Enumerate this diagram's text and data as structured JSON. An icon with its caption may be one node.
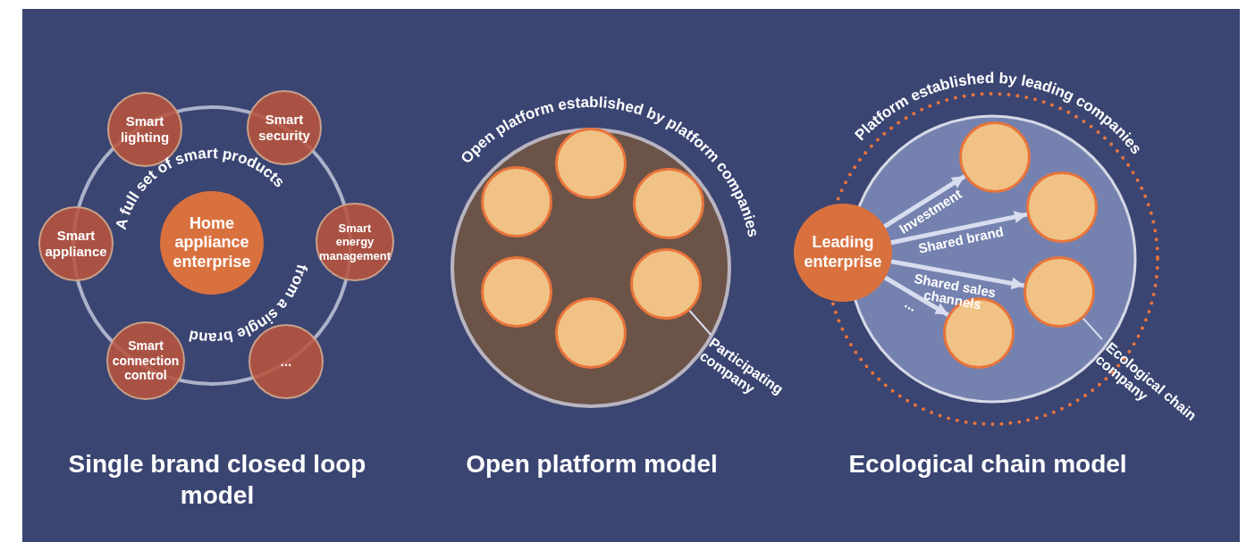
{
  "diagram": {
    "nodes": [
      {
        "text": [],
        "shape": "circle"
      },
      {
        "text": [
          "Home appliance enterprise"
        ],
        "in": 0
      },
      {
        "text": [
          "Smart lighting"
        ]
      },
      {
        "text": [
          "Smart security"
        ]
      },
      {
        "text": [
          "Smart appliance"
        ]
      },
      {
        "text": [
          "Smart energy management"
        ]
      },
      {
        "text": [
          "Smart connection control"
        ]
      },
      {
        "text": [
          "..."
        ]
      },
      {
        "text": [],
        "shape": "circle"
      },
      {
        "text": [],
        "shape": "circle",
        "in": 8
      },
      {
        "text": [],
        "shape": "circle",
        "in": 8
      },
      {
        "text": [],
        "shape": "circle",
        "in": 8
      },
      {
        "text": [],
        "shape": "circle",
        "in": 8
      },
      {
        "text": [],
        "shape": "circle",
        "in": 8
      },
      {
        "text": [],
        "shape": "circle",
        "in": 8
      },
      {
        "text": [
          "Participating company"
        ]
      },
      {
        "text": [],
        "shape": "circle"
      },
      {
        "text": [
          "Leading enterprise"
        ]
      },
      {
        "text": [],
        "shape": "circle",
        "in": 16
      },
      {
        "text": [],
        "shape": "circle",
        "in": 16
      },
      {
        "text": [],
        "shape": "circle",
        "in": 16
      },
      {
        "text": [],
        "shape": "circle",
        "in": 16
      },
      {
        "text": [
          "Ecological chain company"
        ]
      }
    ],
    "edges": [
      {
        "from": 15,
        "to": 13,
        "arrow": "none"
      },
      {
        "from": 17,
        "to": 18,
        "arrow": "to",
        "label": "Investment"
      },
      {
        "from": 17,
        "to": 19,
        "arrow": "to",
        "label": "Shared brand"
      },
      {
        "from": 17,
        "to": 20,
        "arrow": "to",
        "label": "Shared sales channels"
      },
      {
        "from": 17,
        "to": 21,
        "arrow": "to",
        "label": "..."
      },
      {
        "from": 22,
        "to": 20,
        "arrow": "none"
      }
    ],
    "labels": [
      "A full set of smart products from a single brand",
      "Open platform established by platform companies",
      "Platform established by leading companies",
      "Single brand closed loop model",
      "Open platform model",
      "Ecological chain model"
    ]
  }
}
